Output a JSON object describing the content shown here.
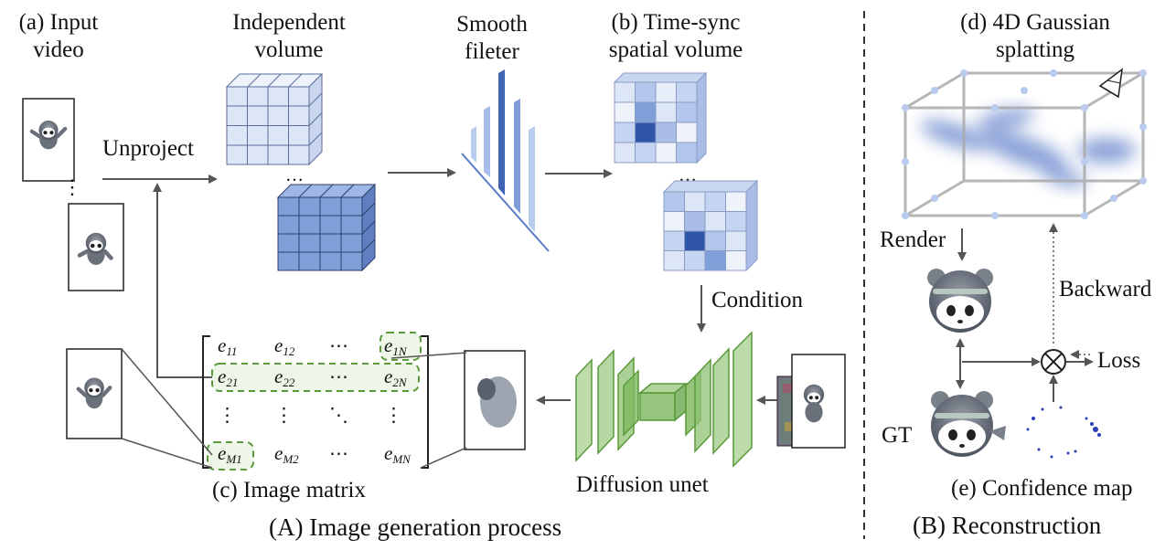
{
  "labels": {
    "input_video": [
      "(a) Input",
      "video"
    ],
    "independent_volume": [
      "Independent",
      "volume"
    ],
    "smooth_filter": [
      "Smooth",
      "fileter"
    ],
    "time_sync": [
      "(b) Time-sync",
      "spatial volume"
    ],
    "gaussian": [
      "(d) 4D Gaussian",
      "splatting"
    ],
    "unproject": "Unproject",
    "ellipsis": "…",
    "condition": "Condition",
    "render": "Render",
    "backward": "Backward",
    "loss": "Loss",
    "gt": "GT",
    "confidence_map": "(e) Confidence map",
    "image_matrix": "(c) Image matrix",
    "diffusion_unet": "Diffusion unet",
    "section_a": "(A) Image generation process",
    "section_b": "(B) Reconstruction"
  },
  "matrix": {
    "rows": [
      [
        {
          "b": "e",
          "s": "11"
        },
        {
          "b": "e",
          "s": "12"
        },
        {
          "b": "⋯",
          "s": ""
        },
        {
          "b": "e",
          "s": "1N"
        }
      ],
      [
        {
          "b": "e",
          "s": "21"
        },
        {
          "b": "e",
          "s": "22"
        },
        {
          "b": "⋯",
          "s": ""
        },
        {
          "b": "e",
          "s": "2N"
        }
      ],
      [
        {
          "b": "⋮",
          "s": ""
        },
        {
          "b": "⋮",
          "s": ""
        },
        {
          "b": "⋱",
          "s": ""
        },
        {
          "b": "⋮",
          "s": ""
        }
      ],
      [
        {
          "b": "e",
          "s": "M1"
        },
        {
          "b": "e",
          "s": "M2"
        },
        {
          "b": "⋯",
          "s": ""
        },
        {
          "b": "e",
          "s": "MN"
        }
      ]
    ]
  },
  "colors": {
    "light_cube": "#dce6f6",
    "dark_cube": "#7f9fd8",
    "arrow": "#555555",
    "unet_green": "#7cb85e",
    "dash_green": "#5a9a3a",
    "gaussian_blue": "#5a7cc8"
  },
  "icons": [
    "panda-icon",
    "camera-icon",
    "loss-circle-icon",
    "noise-image-icon"
  ]
}
